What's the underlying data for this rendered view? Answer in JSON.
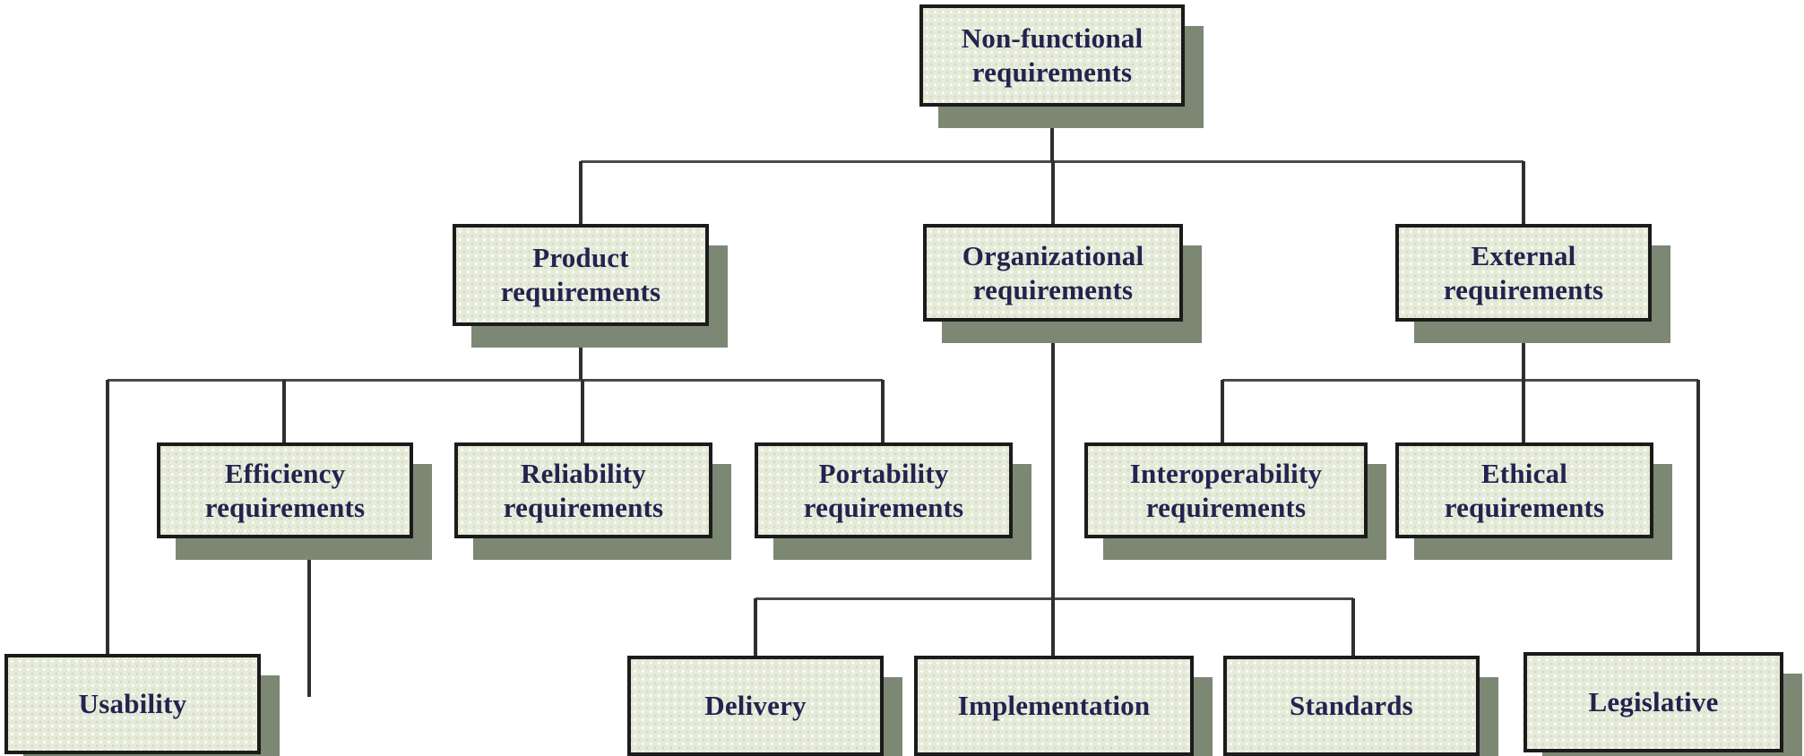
{
  "diagram": {
    "type": "tree",
    "nodes": {
      "nonfunctional": {
        "line1": "Non-functional",
        "line2": "requirements"
      },
      "product": {
        "line1": "Product",
        "line2": "requirements"
      },
      "organizational": {
        "line1": "Organizational",
        "line2": "requirements"
      },
      "external": {
        "line1": "External",
        "line2": "requirements"
      },
      "efficiency": {
        "line1": "Efficiency",
        "line2": "requirements"
      },
      "reliability": {
        "line1": "Reliability",
        "line2": "requirements"
      },
      "portability": {
        "line1": "Portability",
        "line2": "requirements"
      },
      "interoperability": {
        "line1": "Interoperability",
        "line2": "requirements"
      },
      "ethical": {
        "line1": "Ethical",
        "line2": "requirements"
      },
      "usability": {
        "line1": "Usability",
        "line2": ""
      },
      "delivery": {
        "line1": "Delivery",
        "line2": ""
      },
      "implementation": {
        "line1": "Implementation",
        "line2": ""
      },
      "standards": {
        "line1": "Standards",
        "line2": ""
      },
      "legislative": {
        "line1": "Legislative",
        "line2": ""
      }
    },
    "edges": [
      "nonfunctional->product",
      "nonfunctional->organizational",
      "nonfunctional->external",
      "product->usability",
      "product->efficiency",
      "product->reliability",
      "product->portability",
      "efficiency->offscreen-children",
      "organizational->delivery",
      "organizational->implementation",
      "organizational->standards",
      "external->interoperability",
      "external->ethical",
      "external->legislative"
    ]
  },
  "colors": {
    "background": "#ffffff",
    "box_fill": "#e6ead9",
    "box_border": "#1b1b1b",
    "box_shadow": "#7c8774",
    "text": "#23234f",
    "line": "#2f2f2f"
  }
}
